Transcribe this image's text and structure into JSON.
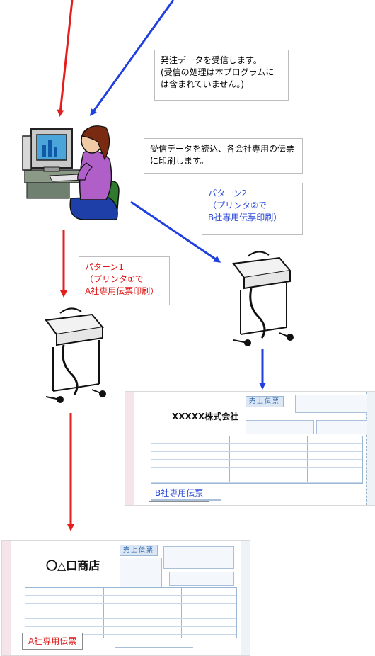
{
  "notes": {
    "receive": "発注データを受信します。\n(受信の処理は本プログラムには含まれていません。)",
    "print": "受信データを読込、各会社専用の伝票に印刷します。",
    "pattern2": "パターン2\n（プリンタ②で\nB社専用伝票印刷）",
    "pattern1": "パターン1\n（プリンタ①で\nA社専用伝票印刷）"
  },
  "slips": {
    "b": {
      "header": "売上伝票",
      "company": "XXXXX株式会社",
      "tag": "B社専用伝票"
    },
    "a": {
      "header": "売上伝票",
      "company": "〇△口商店",
      "tag": "A社専用伝票"
    }
  },
  "icons": {
    "person": "person-at-computer-icon",
    "printer": "dot-matrix-printer-icon"
  },
  "colors": {
    "red_arrow": "#e41d1d",
    "blue_arrow": "#1f3fe0",
    "blue_text": "#2d4bd8",
    "red_text": "#e01515"
  }
}
